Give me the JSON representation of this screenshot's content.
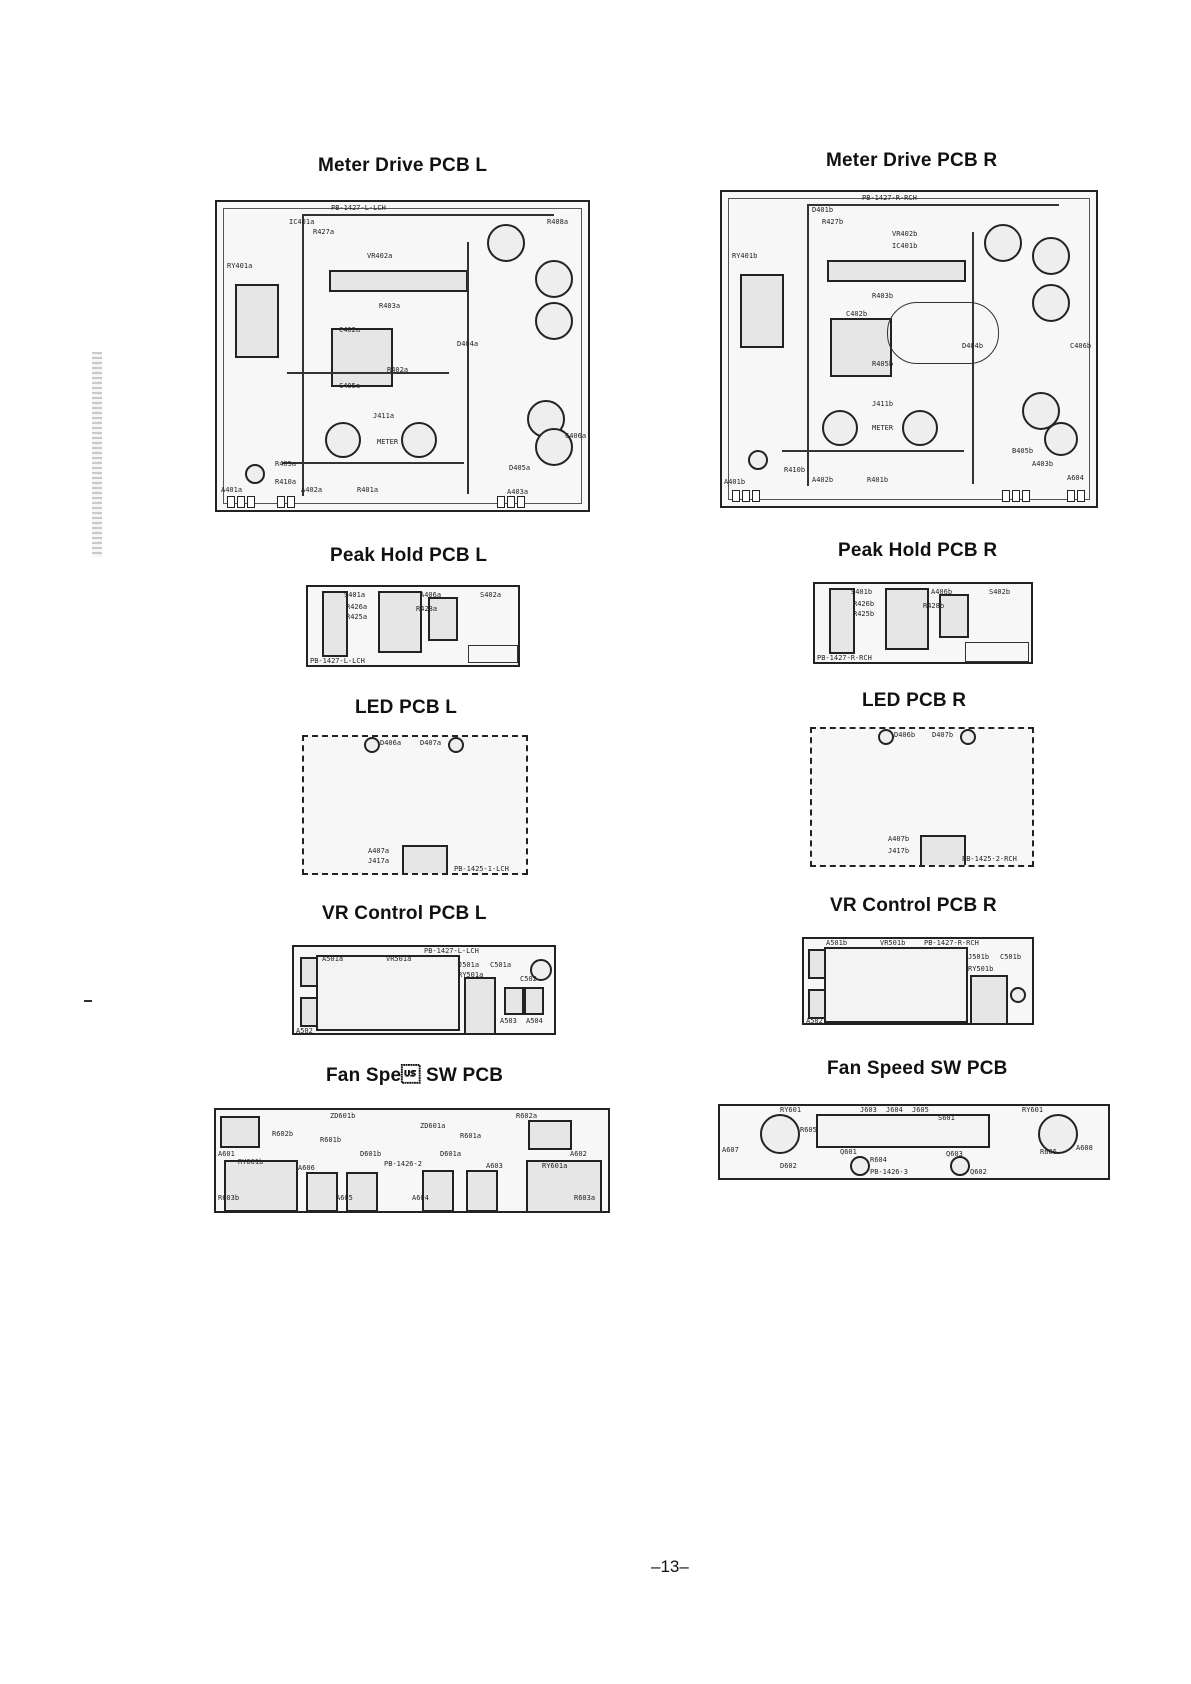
{
  "page_number": "–13–",
  "panels": {
    "meter_l": {
      "title": "Meter Drive PCB L",
      "labels": [
        "PB-1427-L-LCH",
        "IC401a",
        "R408a",
        "R427a",
        "VR402a",
        "C402a",
        "R403a",
        "C405a",
        "RY401a",
        "D404a",
        "METER",
        "J411a",
        "C406a",
        "R405a",
        "A401a",
        "A402a",
        "R401a",
        "R402a",
        "R410a",
        "A403a",
        "D405a"
      ]
    },
    "meter_r": {
      "title": "Meter Drive PCB R",
      "labels": [
        "PB-1427-R-RCH",
        "IC401b",
        "R427b",
        "VR402b",
        "D401b",
        "C402b",
        "R403b",
        "RY401b",
        "D404b",
        "METER",
        "J411b",
        "C406b",
        "R405b",
        "A401b",
        "A402b",
        "R401b",
        "R410b",
        "A403b",
        "B405b",
        "A604"
      ]
    },
    "peak_l": {
      "title": "Peak Hold PCB L",
      "labels": [
        "S401a",
        "A406a",
        "S402a",
        "R425a",
        "R426a",
        "R428a",
        "PB-1427-L-LCH"
      ]
    },
    "peak_r": {
      "title": "Peak Hold PCB R",
      "labels": [
        "S401b",
        "A406b",
        "S402b",
        "R425b",
        "R426b",
        "R428b",
        "PB-1427-R-RCH"
      ]
    },
    "led_l": {
      "title": "LED PCB L",
      "labels": [
        "D406a",
        "D407a",
        "A407a",
        "J417a",
        "PB-1425-1-LCH"
      ]
    },
    "led_r": {
      "title": "LED PCB R",
      "labels": [
        "D406b",
        "D407b",
        "A407b",
        "J417b",
        "PB-1425-2-RCH"
      ]
    },
    "vr_l": {
      "title": "VR Control PCB L",
      "labels": [
        "PB-1427-L-LCH",
        "A501a",
        "VR501a",
        "J501a",
        "C501a",
        "C502",
        "RY501a",
        "A502",
        "A503",
        "A504"
      ]
    },
    "vr_r": {
      "title": "VR Control PCB R",
      "labels": [
        "PB-1427-R-RCH",
        "A501b",
        "VR501b",
        "J501b",
        "C501b",
        "RY501b",
        "A502"
      ]
    },
    "fan_l": {
      "title": "Fan Spe\u001f SW PCB",
      "labels": [
        "ZD601b",
        "R602b",
        "R601b",
        "A601",
        "RY601b",
        "D601b",
        "A606",
        "A605",
        "PB-1426-2",
        "ZD601a",
        "R602a",
        "R601a",
        "D601a",
        "A602",
        "A603",
        "RY601a",
        "A604",
        "R603a",
        "R603b"
      ]
    },
    "fan_r": {
      "title": "Fan Speed SW PCB",
      "labels": [
        "RY601",
        "J603",
        "J604",
        "J605",
        "S601",
        "RY601",
        "R605",
        "R604",
        "R606",
        "A607",
        "A608",
        "Q601",
        "Q602",
        "Q603",
        "PB-1426-3",
        "D602"
      ]
    }
  }
}
